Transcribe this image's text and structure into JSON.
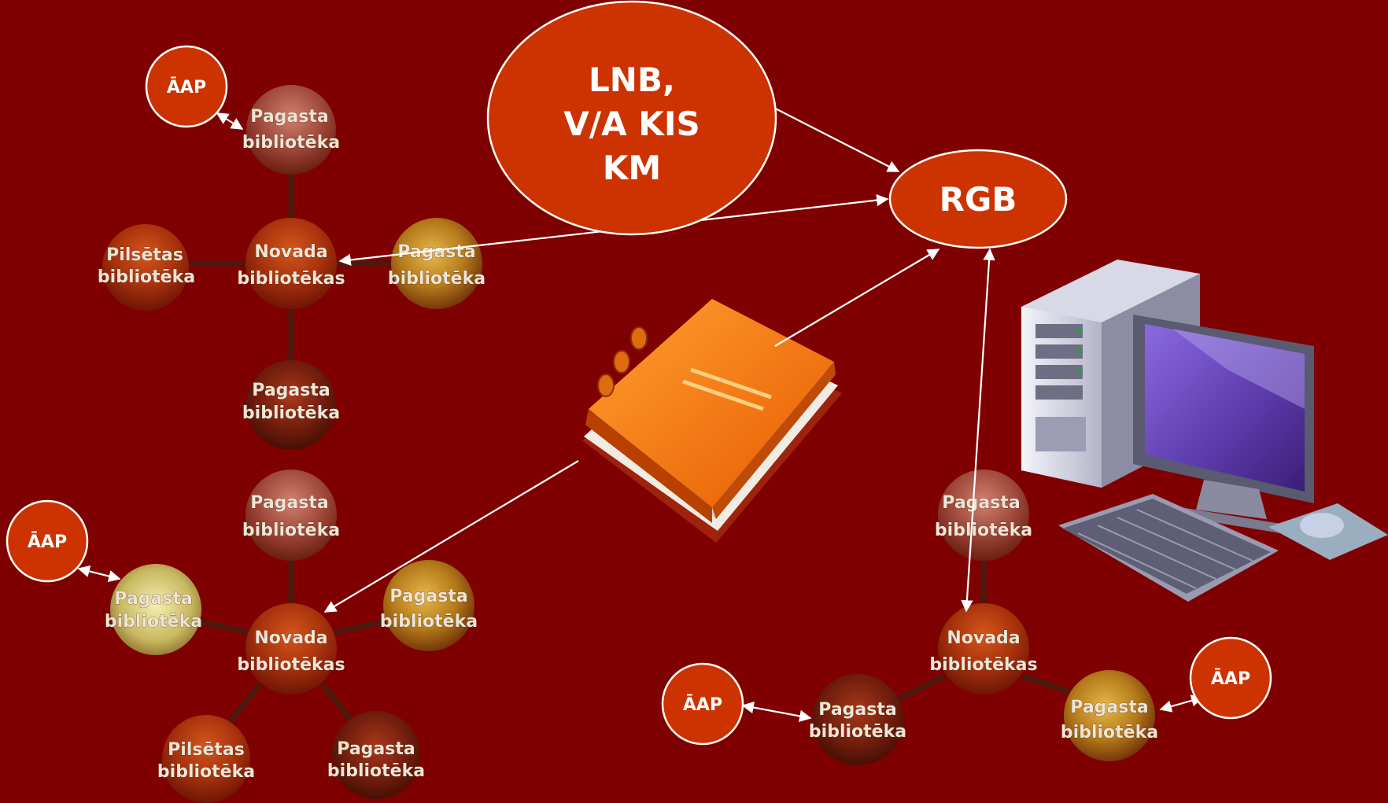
{
  "colors": {
    "background": "#7f0000",
    "accent_node": "#cc3300",
    "line": "#ffffff"
  },
  "nodes": {
    "lnb_line1": "LNB,",
    "lnb_line2": "V/A KIS",
    "lnb_line3": "KM",
    "rgb": "RGB",
    "aap": "ĀAP"
  },
  "library": {
    "pagasta_line1": "Pagasta",
    "pagasta_line2": "bibliotēka",
    "novada_line1": "Novada",
    "novada_line2": "bibliotēkas",
    "pilsetas_line1": "Pilsētas",
    "pilsetas_line2": "bibliotēka"
  },
  "icons": [
    "book-icon",
    "computer-icon"
  ]
}
